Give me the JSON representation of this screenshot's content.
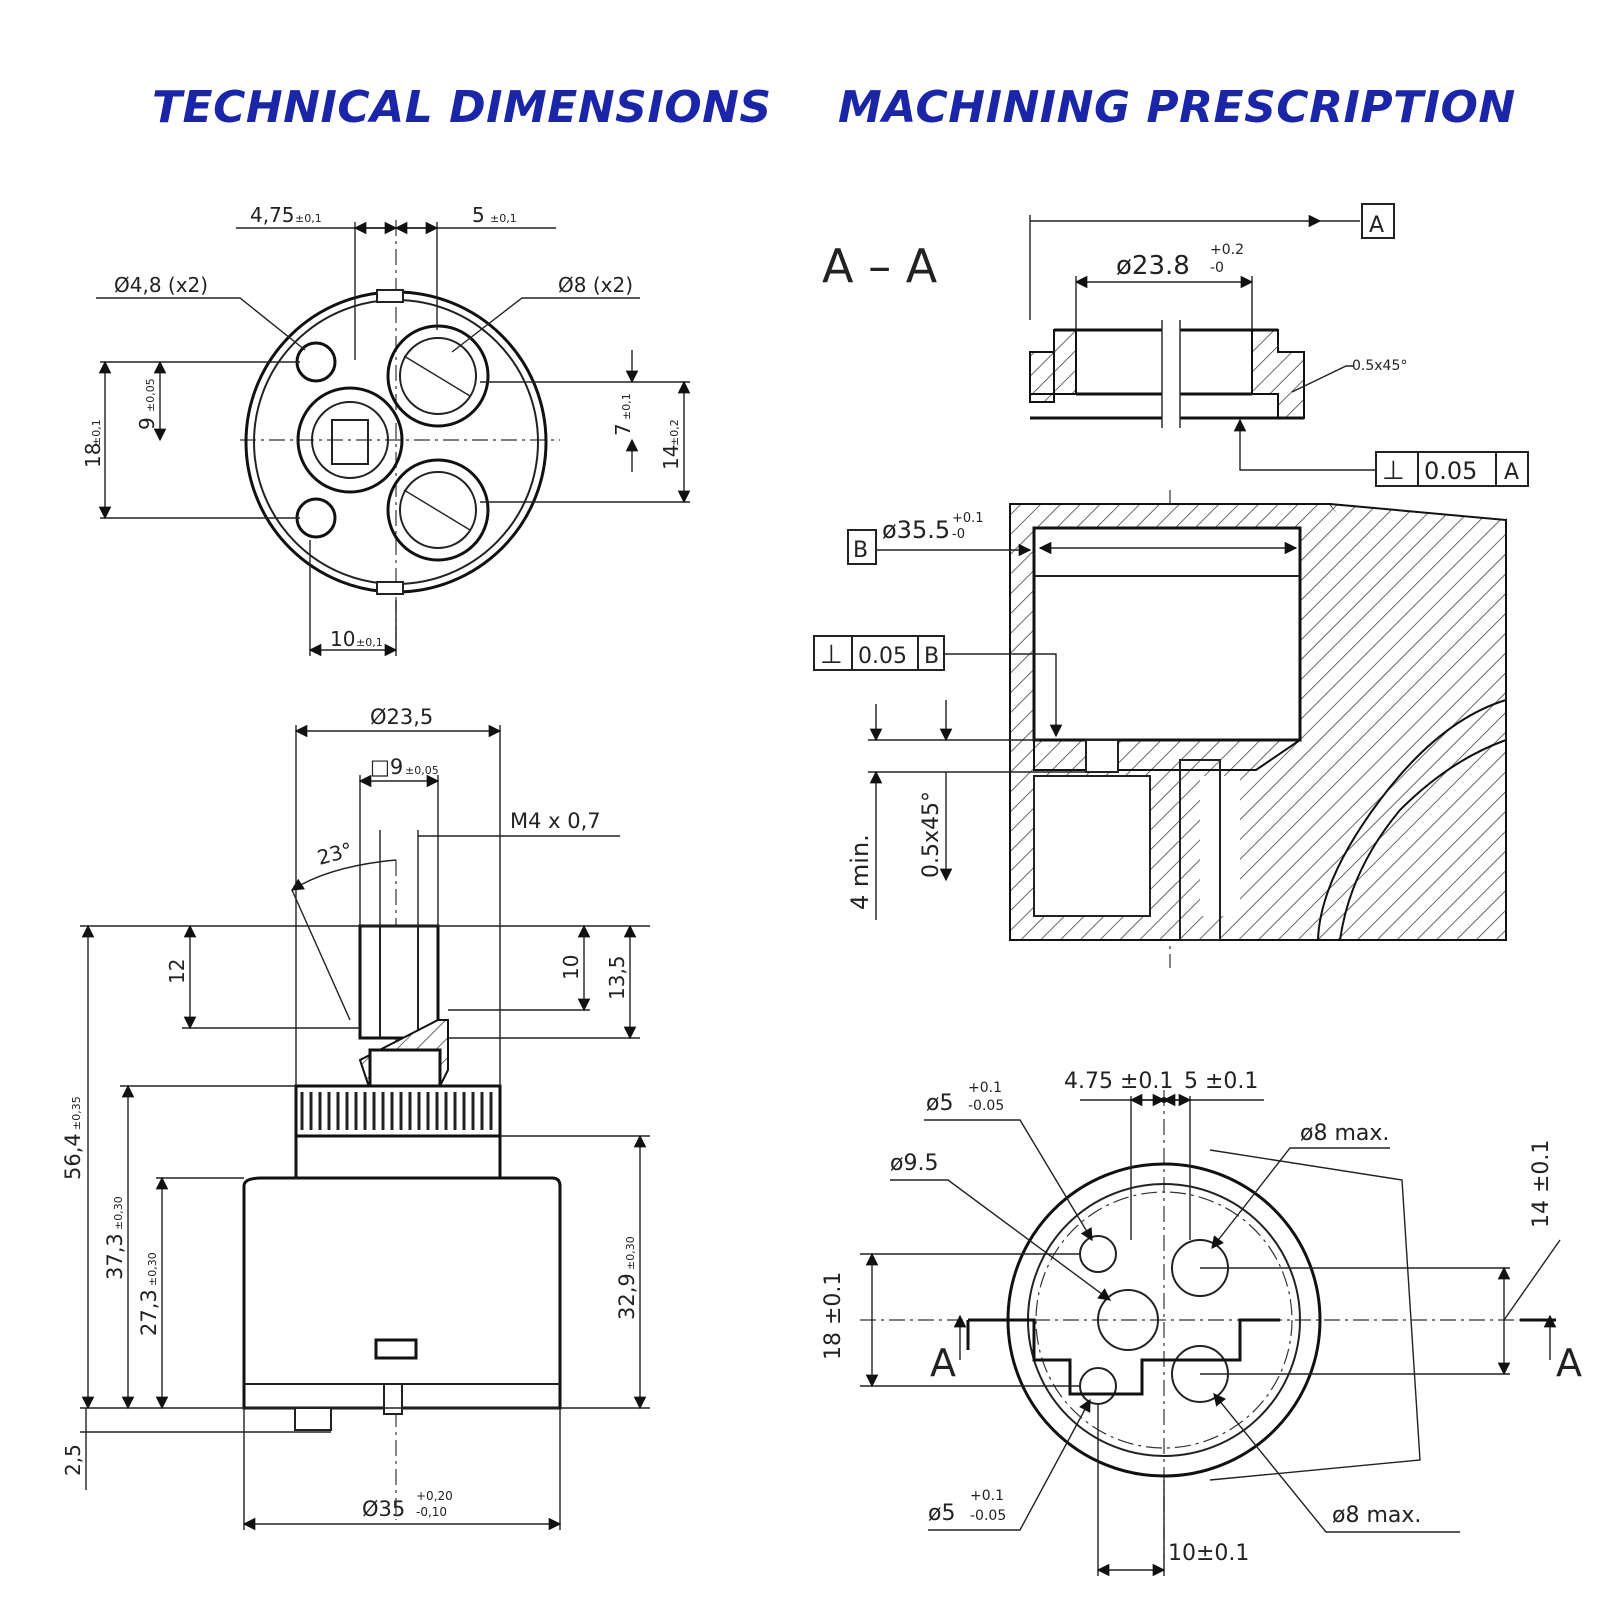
{
  "headings": {
    "left": "TECHNICAL DIMENSIONS",
    "right": "MACHINING PRESCRIPTION",
    "color": "#1a25a8"
  },
  "top_view": {
    "dim_4_75": "4,75",
    "tol_4_75": "±0,1",
    "dim_5": "5",
    "tol_5": "±0,1",
    "hole_small": "Ø4,8 (x2)",
    "hole_large": "Ø8 (x2)",
    "dim_18": "18",
    "tol_18": "±0,1",
    "dim_9": "9",
    "tol_9": "±0,05",
    "dim_7": "7",
    "tol_7": "±0,1",
    "dim_14": "14",
    "tol_14": "±0,2",
    "dim_10": "10",
    "tol_10": "±0,1"
  },
  "side_view": {
    "dia_23_5": "Ø23,5",
    "square_9": "□9",
    "tol_square_9": "±0,05",
    "thread": "M4 x 0,7",
    "angle": "23°",
    "dim_12": "12",
    "dim_10": "10",
    "dim_13_5": "13,5",
    "dim_56_4": "56,4",
    "tol_56_4": "±0,35",
    "dim_37_3": "37,3",
    "tol_37_3": "±0,30",
    "dim_27_3": "27,3",
    "tol_27_3": "±0,30",
    "dim_32_9": "32,9",
    "tol_32_9": "±0,30",
    "dim_2_5": "2,5",
    "dia_35": "Ø35",
    "tol_35_up": "+0,20",
    "tol_35_dn": "-0,10"
  },
  "section_view": {
    "title": "A  –  A",
    "datum_a": "A",
    "datum_b": "B",
    "dia_23_8": "ø23.8",
    "tol_23_8_up": "+0.2",
    "tol_23_8_dn": "-0",
    "chamfer_top": "0.5x45°",
    "perp_a_value": "0.05",
    "perp_a_ref": "A",
    "dia_35_5": "ø35.5",
    "tol_35_5_up": "+0.1",
    "tol_35_5_dn": "-0",
    "perp_b_value": "0.05",
    "perp_b_ref": "B",
    "dim_4_min": "4  min.",
    "chamfer_side": "0.5x45°",
    "perp_symbol": "⊥"
  },
  "bottom_view": {
    "hole_5_top": "ø5",
    "tol_5_up": "+0.1",
    "tol_5_dn": "-0.05",
    "dim_4_75": "4.75 ±0.1",
    "dim_5": "5 ±0.1",
    "dia_9_5": "ø9.5",
    "hole_8_top": "ø8  max.",
    "dim_14": "14 ±0.1",
    "dim_18": "18 ±0.1",
    "section_a": "A",
    "hole_5_bottom": "ø5",
    "tol_5b_up": "+0.1",
    "tol_5b_dn": "-0.05",
    "hole_8_bottom": "ø8  max.",
    "dim_10": "10±0.1"
  }
}
